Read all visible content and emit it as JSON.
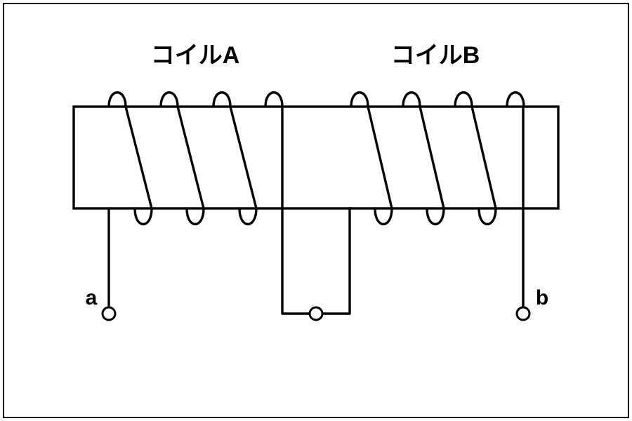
{
  "labels": {
    "coil_a": "コイルA",
    "coil_b": "コイルB",
    "terminal_a": "a",
    "terminal_b": "b"
  },
  "colors": {
    "ink": "#000000",
    "background": "#ffffff"
  }
}
